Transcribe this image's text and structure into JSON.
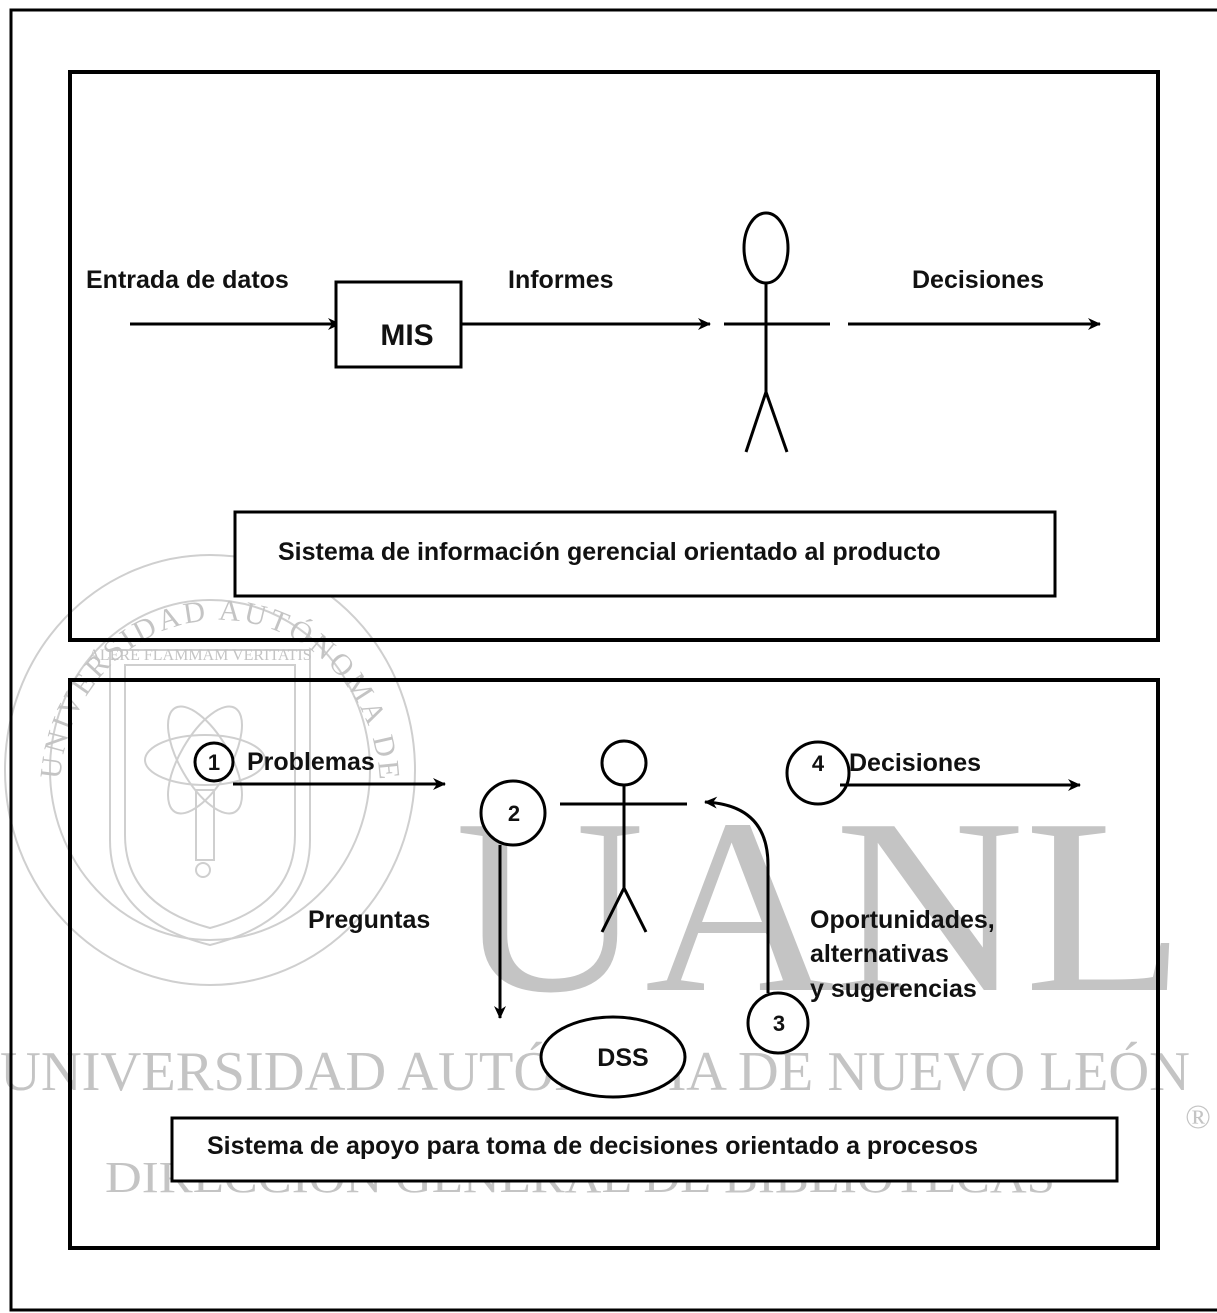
{
  "watermark": {
    "seal_outer_text": "UNIVERSIDAD AUTÓNOMA DE NUEVO LEÓN",
    "seal_motto": "ALERE FLAMMAM VERITATIS",
    "big_letters": "UANL",
    "university_line": "UNIVERSIDAD AUTÓNOMA DE NUEVO LEÓN",
    "registered_mark": "®",
    "directorate_line": "DIRECCIÓN GENERAL DE BIBLIOTECAS"
  },
  "mis_panel": {
    "input_label": "Entrada de datos",
    "box_label": "MIS",
    "reports_label": "Informes",
    "decisions_label": "Decisiones",
    "caption": "Sistema de información gerencial orientado al producto"
  },
  "dss_panel": {
    "step1_number": "1",
    "step1_label": "Problemas",
    "step2_number": "2",
    "step2_label": "Preguntas",
    "step3_number": "3",
    "step3_label_lines": [
      "Oportunidades,",
      "alternativas",
      "y sugerencias"
    ],
    "step4_number": "4",
    "step4_label": "Decisiones",
    "dss_label": "DSS",
    "caption": "Sistema de apoyo para toma de decisiones orientado a procesos"
  }
}
